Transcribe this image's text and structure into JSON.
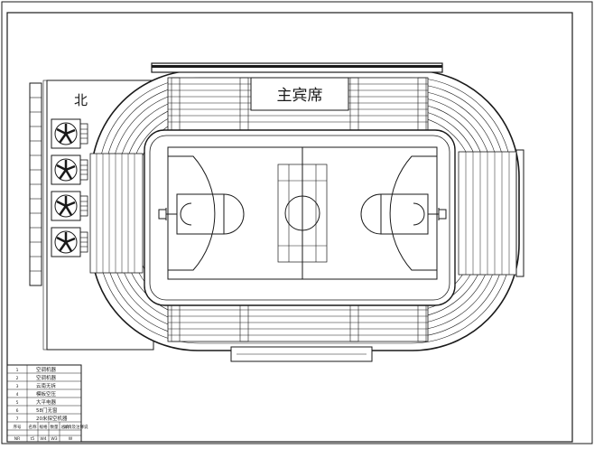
{
  "labels": {
    "main_stand": "主宾席",
    "north": "北"
  },
  "legend": {
    "rows": [
      {
        "no": "1",
        "name": "空调机器"
      },
      {
        "no": "2",
        "name": "空调机器"
      },
      {
        "no": "3",
        "name": "云南无拆"
      },
      {
        "no": "4",
        "name": "模板空压"
      },
      {
        "no": "5",
        "name": "大平电器"
      },
      {
        "no": "6",
        "name": "58门无窗"
      },
      {
        "no": "7",
        "name": "20米探空机器"
      }
    ],
    "header_row": [
      "序号",
      "名称",
      "规格",
      "数量",
      "总价",
      "详情及注释说"
    ],
    "code_row": [
      "NR",
      "t5",
      "W4",
      "W3",
      "W"
    ]
  },
  "colors": {
    "line": "#1a1a1a",
    "paper": "#ffffff"
  }
}
